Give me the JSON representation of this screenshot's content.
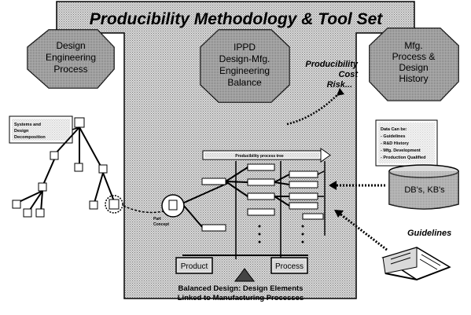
{
  "title": "Producibility Methodology & Tool Set",
  "hexagons": {
    "left": [
      "Design",
      "Engineering",
      "Process"
    ],
    "center": [
      "IPPD",
      "Design-Mfg.",
      "Engineering",
      "Balance"
    ],
    "right": [
      "Mfg.",
      "Process &",
      "Design",
      "History"
    ]
  },
  "pcr_label": [
    "Producibility",
    "Cost",
    "Risk..."
  ],
  "sys_box": [
    "Systems and",
    "Design",
    "Decomposition"
  ],
  "part_label": [
    "Part",
    "Concept"
  ],
  "bar_label": "Producibility process tree",
  "data_box": {
    "title": "Data Can be:",
    "items": [
      "- Guidelines",
      "- R&D History",
      "- Mfg. Development",
      "- Production Qualified"
    ]
  },
  "db_label": "DB's, KB's",
  "guidelines_label": "Guidelines",
  "product_label": "Product",
  "process_label": "Process",
  "caption": [
    "Balanced Design:  Design Elements",
    "Linked to Manufacturing Processes"
  ]
}
